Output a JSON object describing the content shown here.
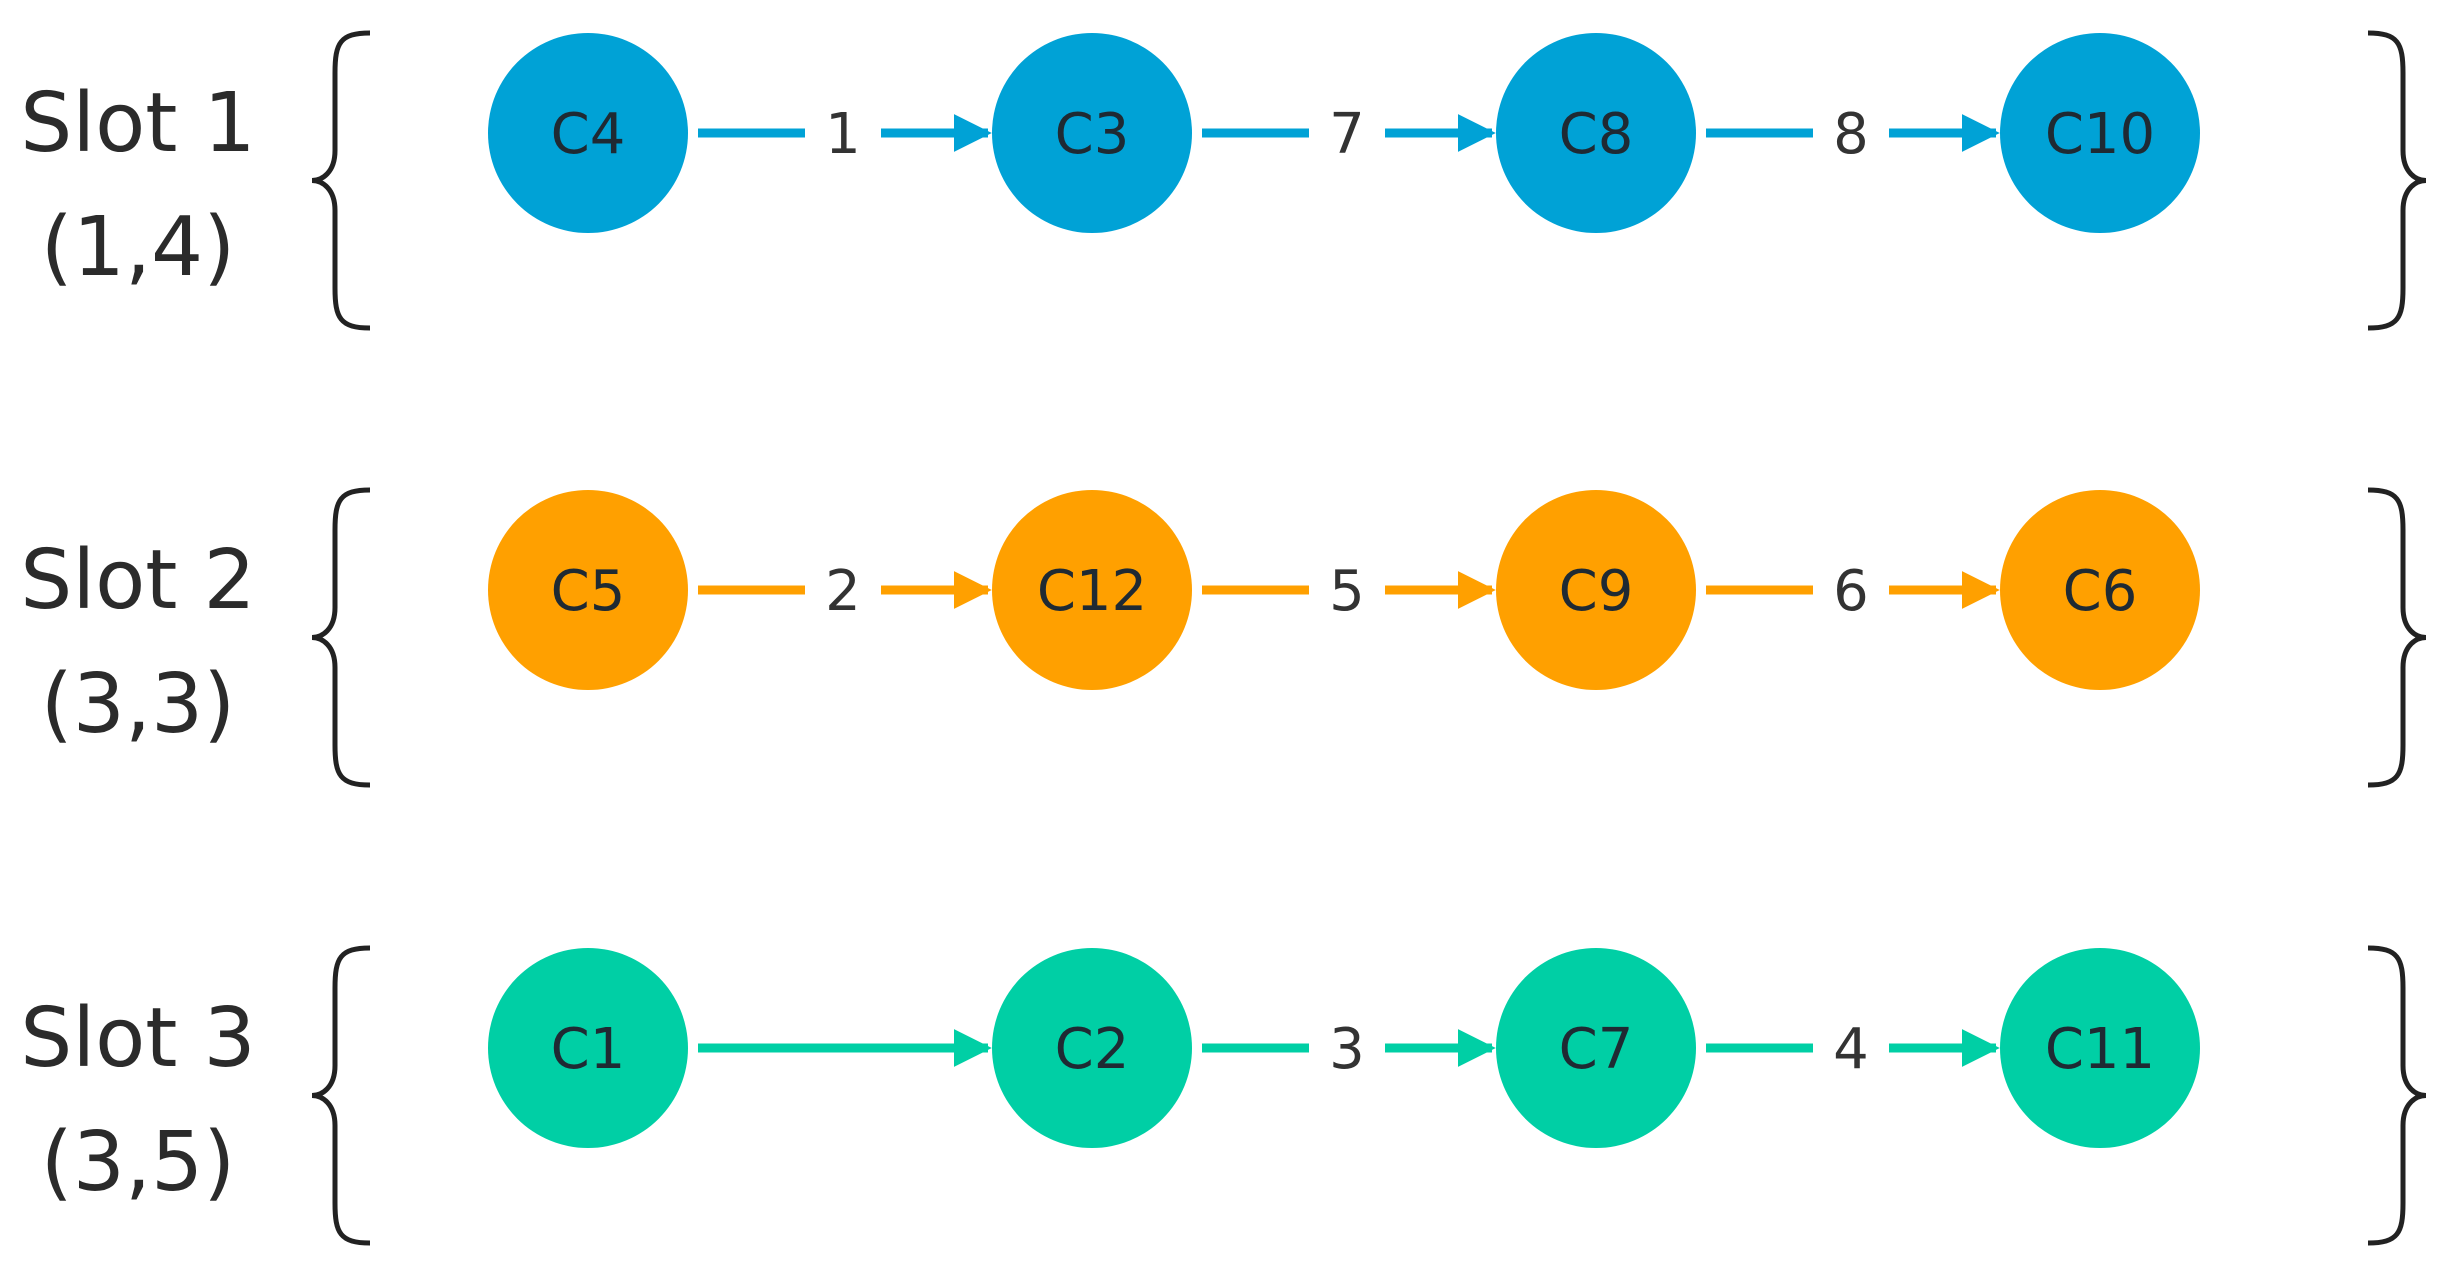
{
  "slots": [
    {
      "name": "Slot 1",
      "range": "(1,4)",
      "color": "#00a2d6",
      "nodes": [
        "C4",
        "C3",
        "C8",
        "C10"
      ],
      "edges": [
        {
          "from": "C4",
          "to": "C3",
          "label": "1"
        },
        {
          "from": "C3",
          "to": "C8",
          "label": "7"
        },
        {
          "from": "C8",
          "to": "C10",
          "label": "8"
        }
      ]
    },
    {
      "name": "Slot 2",
      "range": "(3,3)",
      "color": "#ffa000",
      "nodes": [
        "C5",
        "C12",
        "C9",
        "C6"
      ],
      "edges": [
        {
          "from": "C5",
          "to": "C12",
          "label": "2"
        },
        {
          "from": "C12",
          "to": "C9",
          "label": "5"
        },
        {
          "from": "C9",
          "to": "C6",
          "label": "6"
        }
      ]
    },
    {
      "name": "Slot 3",
      "range": "(3,5)",
      "color": "#00cfa5",
      "nodes": [
        "C1",
        "C2",
        "C7",
        "C11"
      ],
      "edges": [
        {
          "from": "C1",
          "to": "C2",
          "label": ""
        },
        {
          "from": "C2",
          "to": "C7",
          "label": "3"
        },
        {
          "from": "C7",
          "to": "C11",
          "label": "4"
        }
      ]
    }
  ]
}
